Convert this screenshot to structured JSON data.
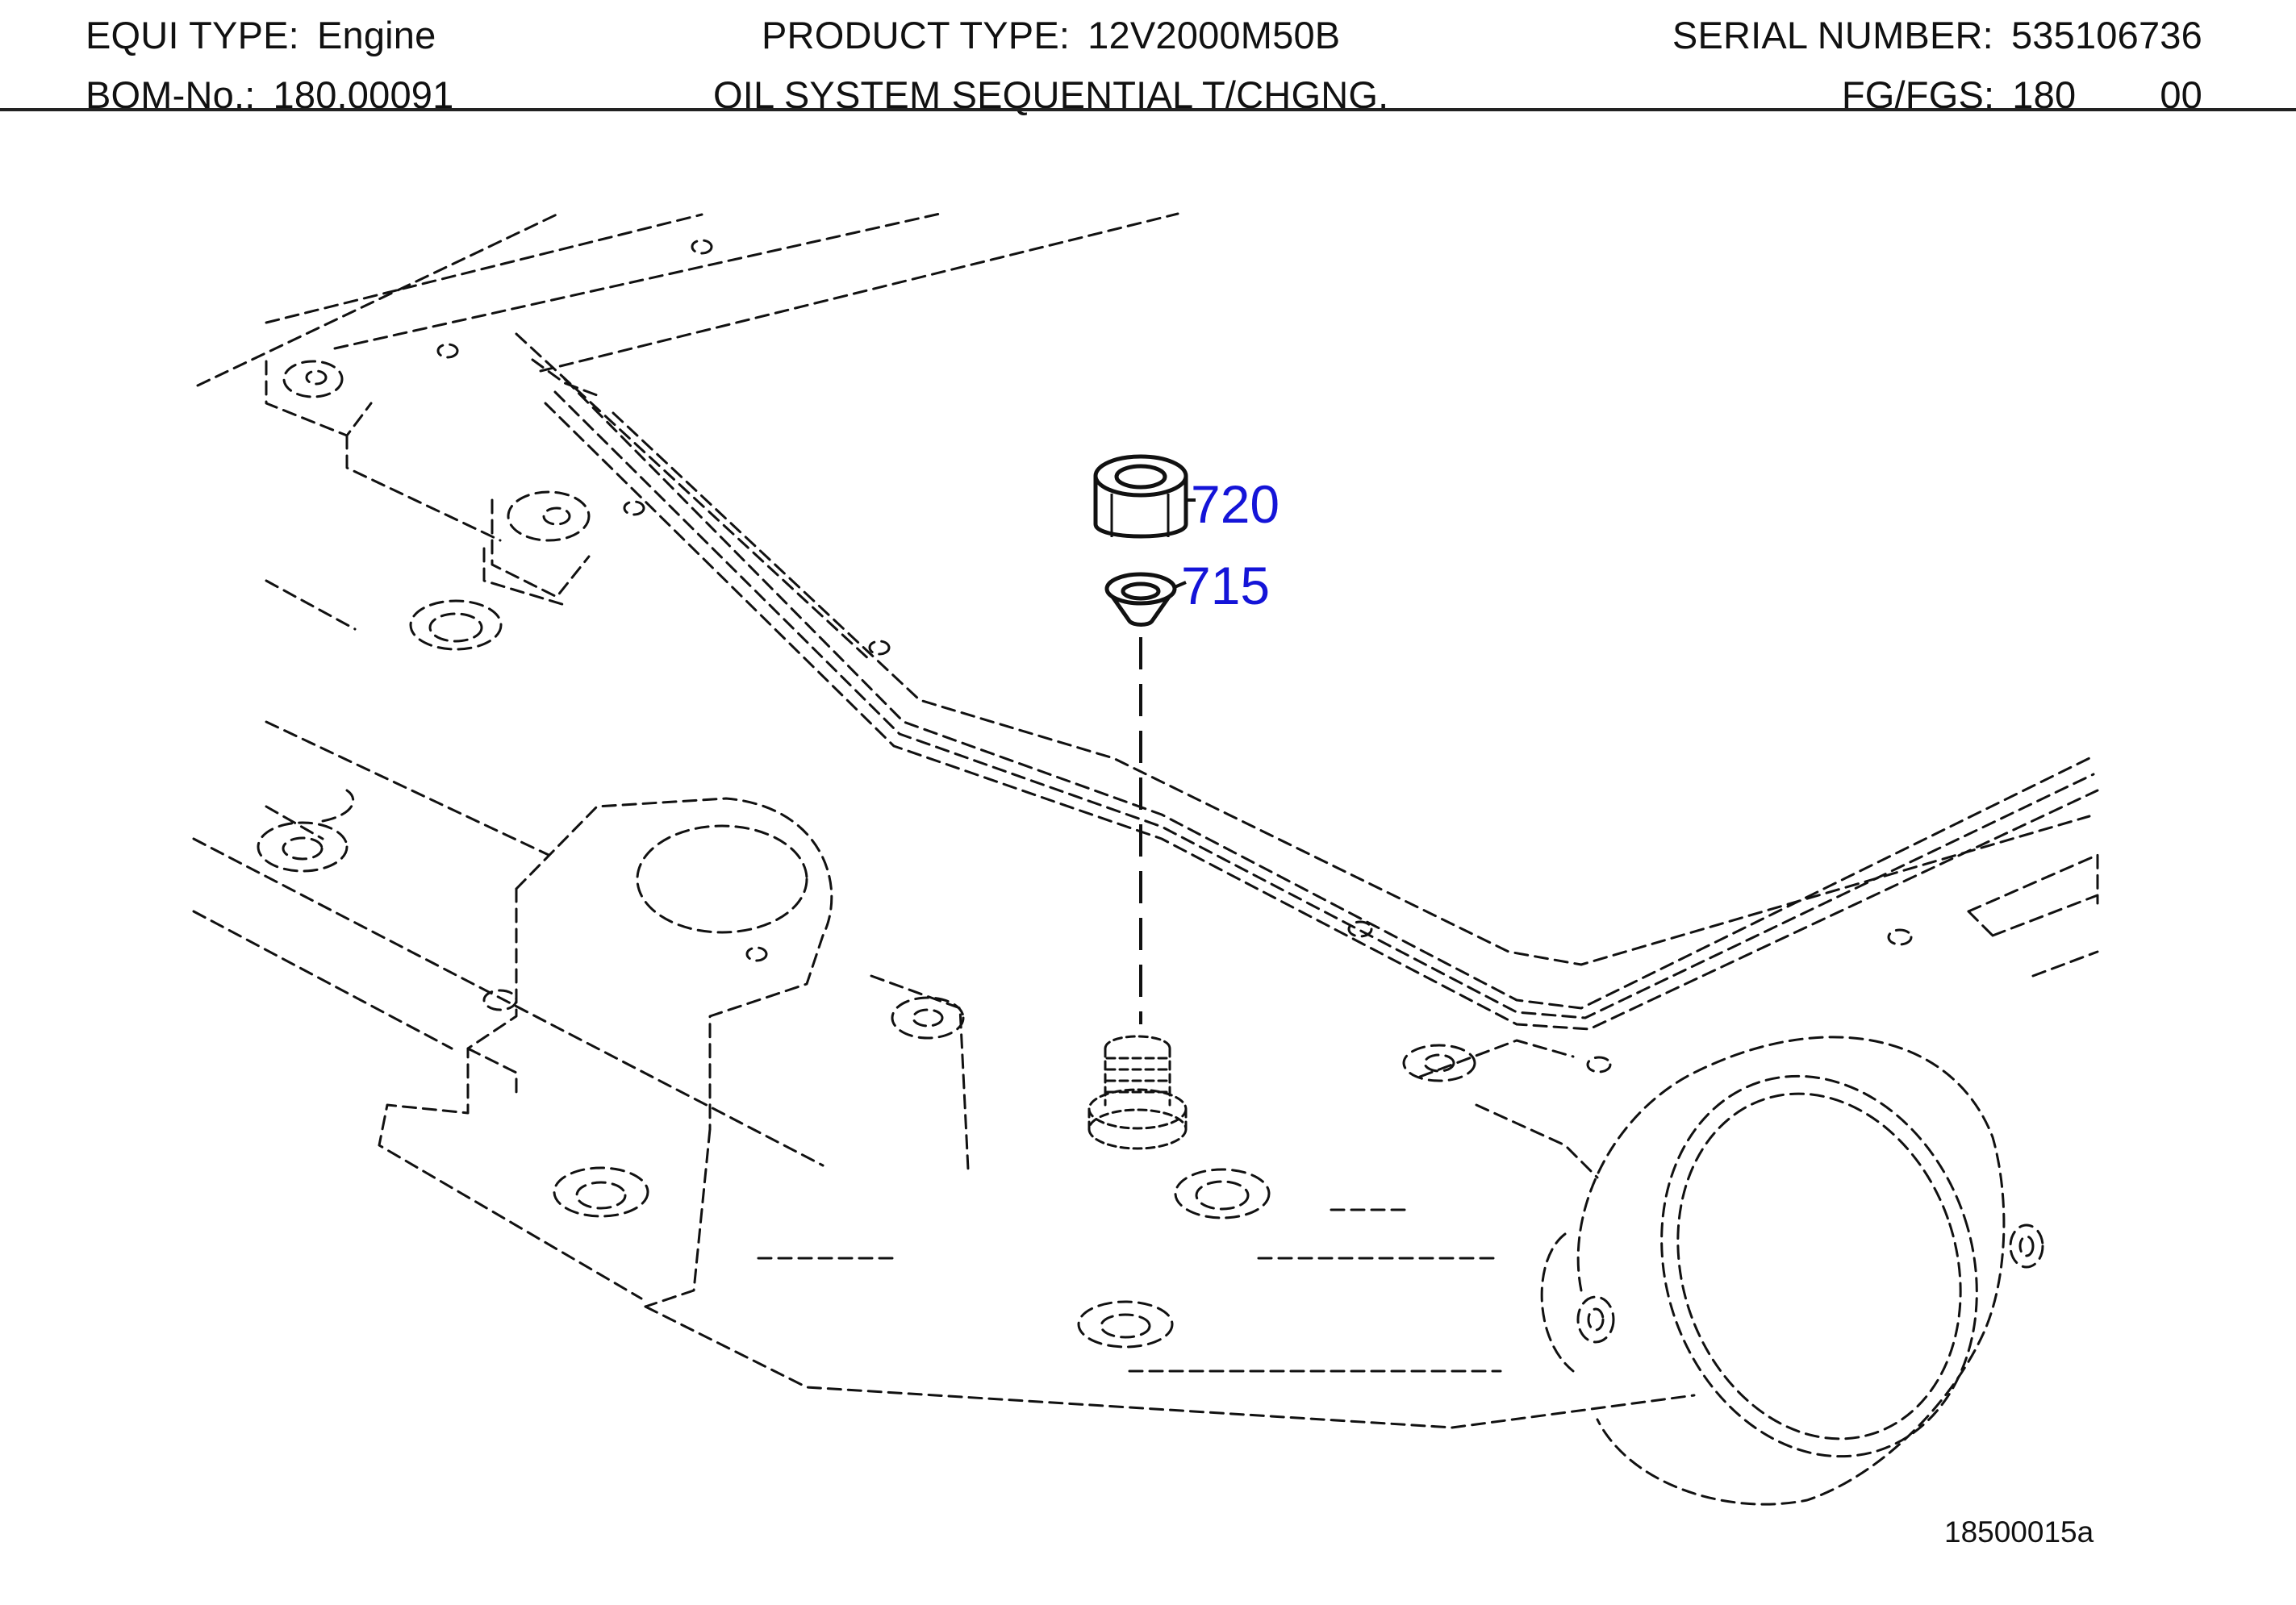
{
  "header": {
    "equi_type": {
      "label": "EQUI TYPE:",
      "value": "Engine"
    },
    "product_type": {
      "label": "PRODUCT TYPE:",
      "value": "12V2000M50B"
    },
    "serial_number": {
      "label": "SERIAL NUMBER:",
      "value": "535106736"
    },
    "bom_no": {
      "label": "BOM-No.:",
      "value": "180.00091"
    },
    "assembly_title": "OIL SYSTEM SEQUENTIAL T/CHGNG.",
    "fg_fgs": {
      "label": "FG/FGS:",
      "value": "180",
      "value2": "00"
    }
  },
  "drawing": {
    "callouts": [
      {
        "id": "720",
        "label": "720"
      },
      {
        "id": "715",
        "label": "715"
      }
    ],
    "drawing_number": "18500015a",
    "colors": {
      "callout": "#1414d8",
      "line": "#111111",
      "background": "#ffffff"
    }
  }
}
